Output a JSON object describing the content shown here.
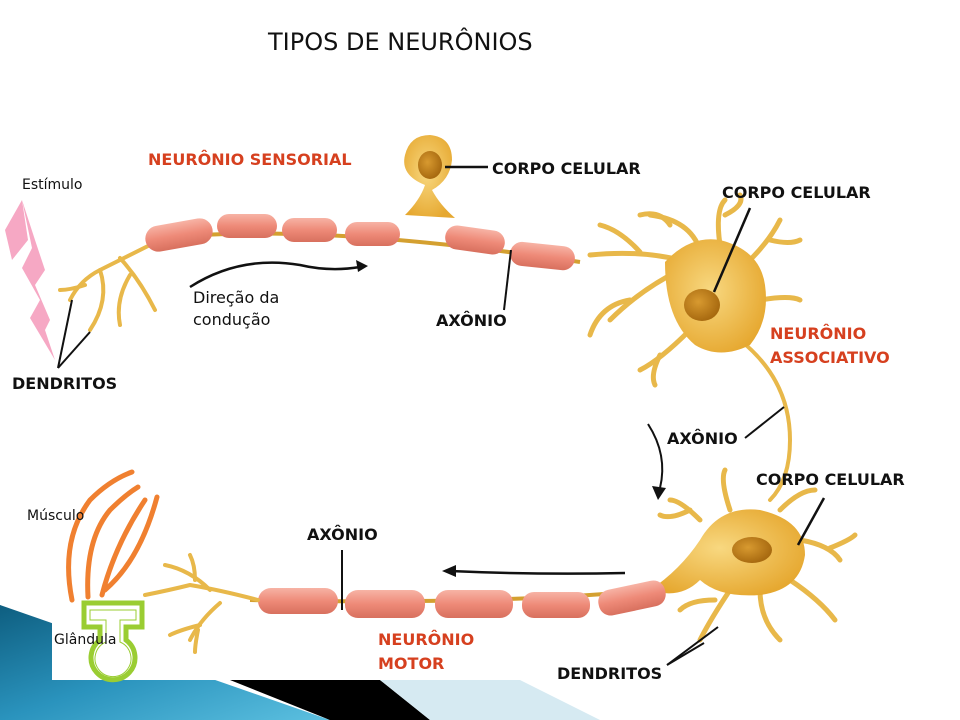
{
  "title": "TIPOS DE NEURÔNIOS",
  "labels": {
    "sensory_neuron": "NEURÔNIO SENSORIAL",
    "stimulus": "Estímulo",
    "cell_body_sensory": "CORPO CELULAR",
    "cell_body_association": "CORPO CELULAR",
    "cell_body_motor": "CORPO CELULAR",
    "conduction_direction_line1": "Direção da",
    "conduction_direction_line2": "condução",
    "axon_sensory": "AXÔNIO",
    "axon_association": "AXÔNIO",
    "axon_motor": "AXÔNIO",
    "dendrites_sensory": "DENDRITOS",
    "dendrites_motor": "DENDRITOS",
    "association_neuron_line1": "NEURÔNIO",
    "association_neuron_line2": "ASSOCIATIVO",
    "motor_neuron_line1": "NEURÔNIO",
    "motor_neuron_line2": "MOTOR",
    "muscle": "Músculo",
    "gland": "Glândula"
  },
  "colors": {
    "neuron_body": "#f0c050",
    "myelin": "#f08a78",
    "label_red": "#d6401f",
    "stimulus_pink": "#f6a8c4",
    "muscle_orange": "#f08030",
    "gland_green": "#9acd32",
    "slide_blue": "#1a7fa6"
  }
}
